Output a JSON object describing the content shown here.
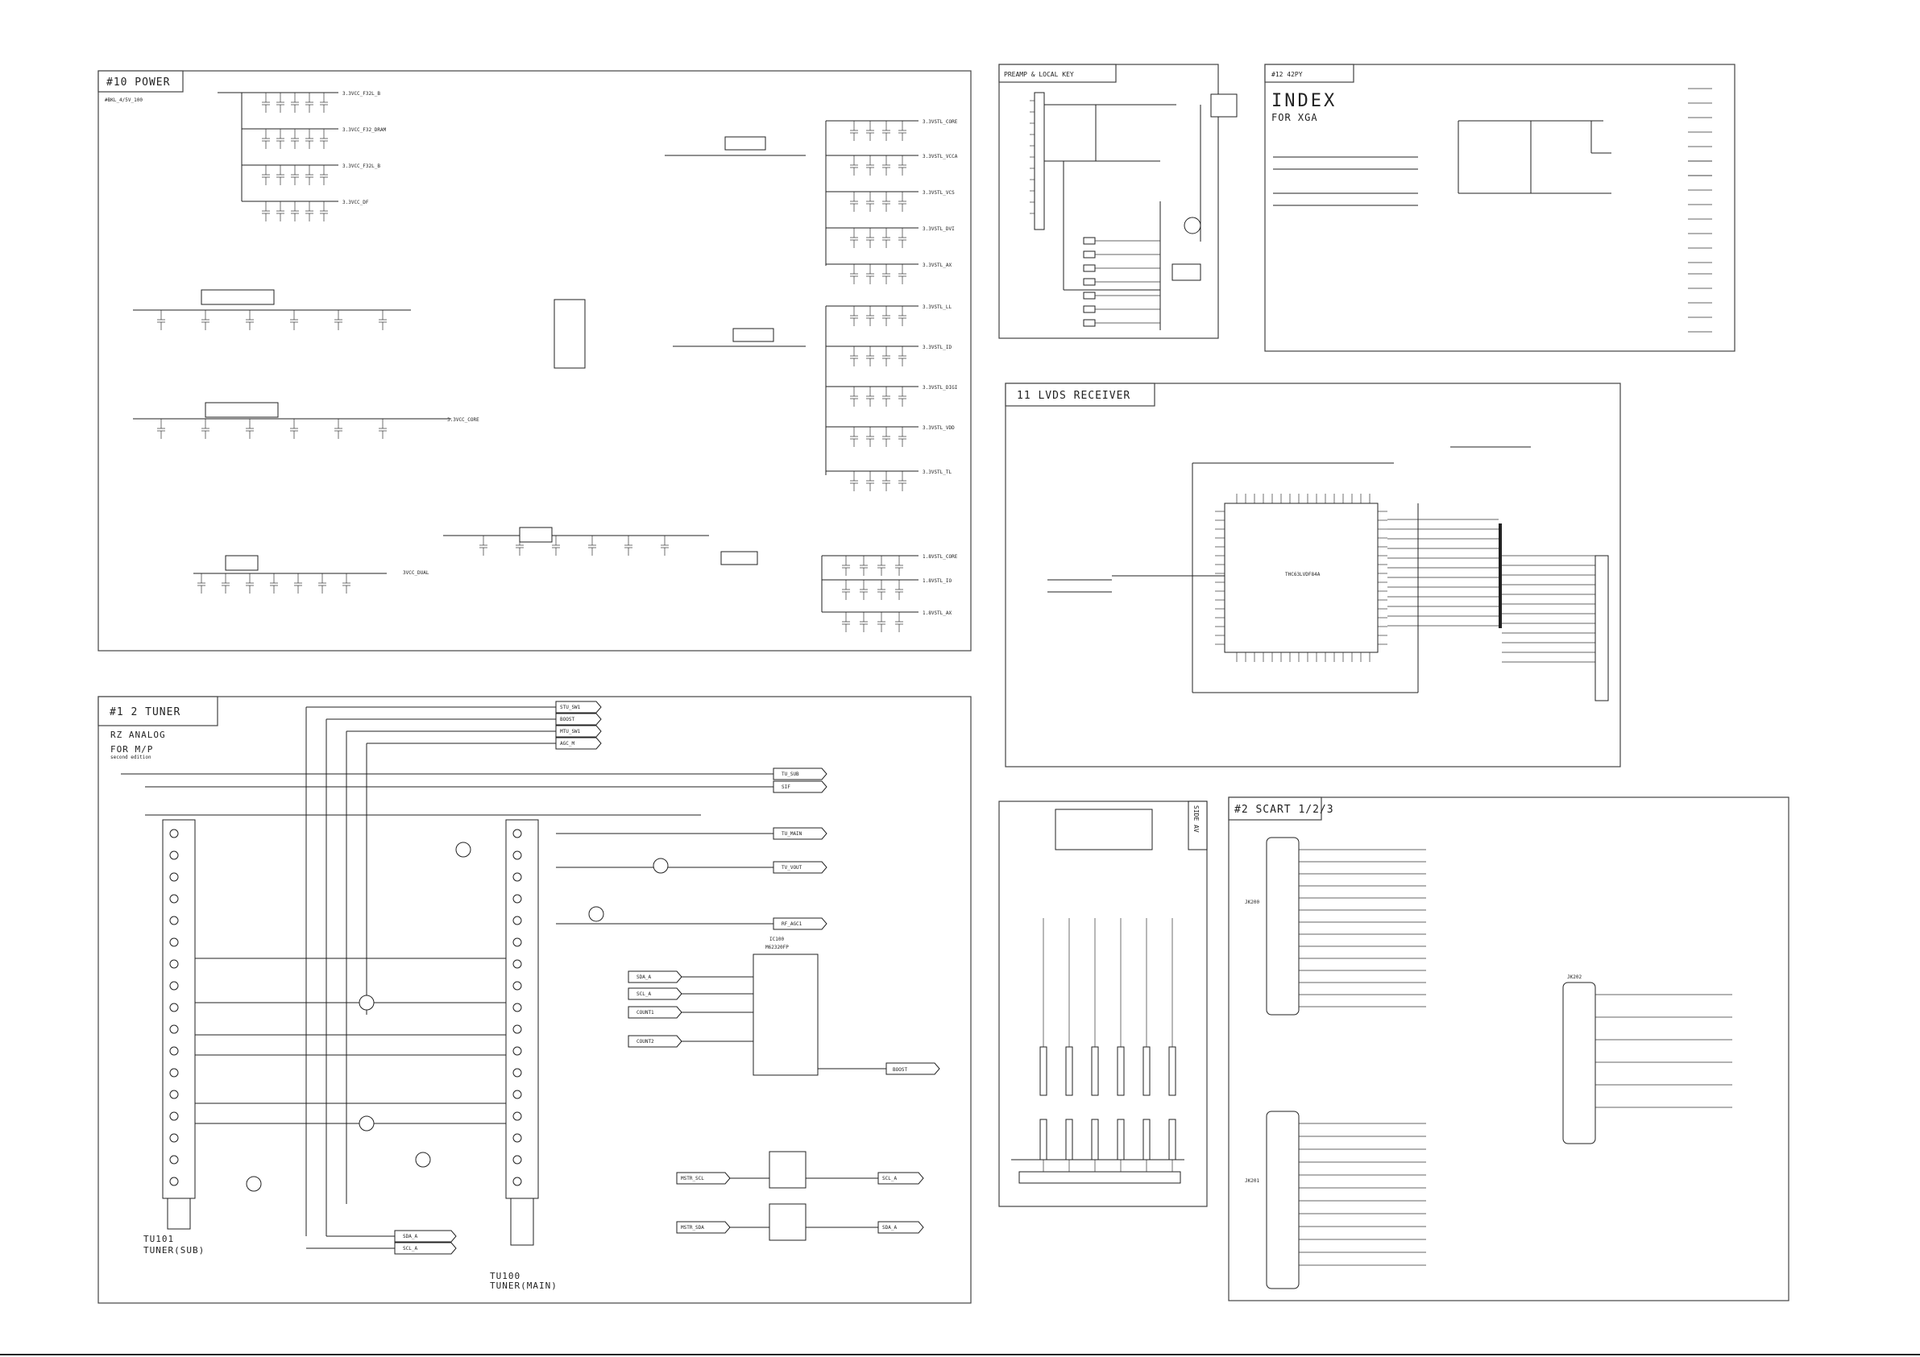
{
  "panels": {
    "power": {
      "title": "#10 POWER",
      "note": "#BKL_4/5V_100"
    },
    "preamp": {
      "title": "PREAMP & LOCAL KEY"
    },
    "index": {
      "title": "#12 42PY",
      "heading": "INDEX",
      "subheading": "FOR XGA"
    },
    "lvds": {
      "title": "11 LVDS RECEIVER"
    },
    "tuner": {
      "title": "#1  2 TUNER",
      "line1": "RZ ANALOG",
      "line2": "FOR M/P",
      "line3": "second edition",
      "tu101_ref": "TU101",
      "tu101_name": "TUNER(SUB)",
      "tu100_ref": "TU100",
      "tu100_name": "TUNER(MAIN)"
    },
    "scart": {
      "title": "#2  SCART 1/2/3",
      "jk200": "JK200",
      "jk201": "JK201",
      "jk202": "JK202"
    },
    "side_av": {
      "title": "SIDE AV"
    }
  },
  "power_rails": [
    "3.3VCC_F32L_B",
    "3.3VCC_F32_DRAM",
    "3.3VCC_F32L_B",
    "3.3VCC_DF",
    "3.3VSTL_CORE",
    "3.3VSTL_VCCA",
    "3.3VSTL_VCS",
    "3.3VSTL_DVI",
    "3.3VSTL_AX",
    "3.3VSTL_LL",
    "3.3VSTL_ID",
    "3.3VSTL_DIGI",
    "3.3VSTL_VDD",
    "3.3VSTL_TL",
    "3.3VCC_CORE",
    "1.8VSTL_CORE",
    "1.8VSTL_IO",
    "1.8VSTL_AX",
    "3VCC_DUAL"
  ],
  "tuner_nets": [
    "STU_SW1",
    "BOOST",
    "MTU_SW1",
    "AGC_M",
    "TU_SUB",
    "SIF",
    "TU_MAIN",
    "TV_VOUT",
    "RF_AGC1",
    "SDA_A",
    "SCL_A",
    "COUNT1",
    "COUNT2",
    "BOOST",
    "MSTR_SCL",
    "MSTR_SDA",
    "SCL_A",
    "SDA_A"
  ],
  "ic100": {
    "ref": "IC100",
    "part": "M62320FP"
  },
  "lvds_chip": {
    "part": "THC63LVDF84A"
  }
}
